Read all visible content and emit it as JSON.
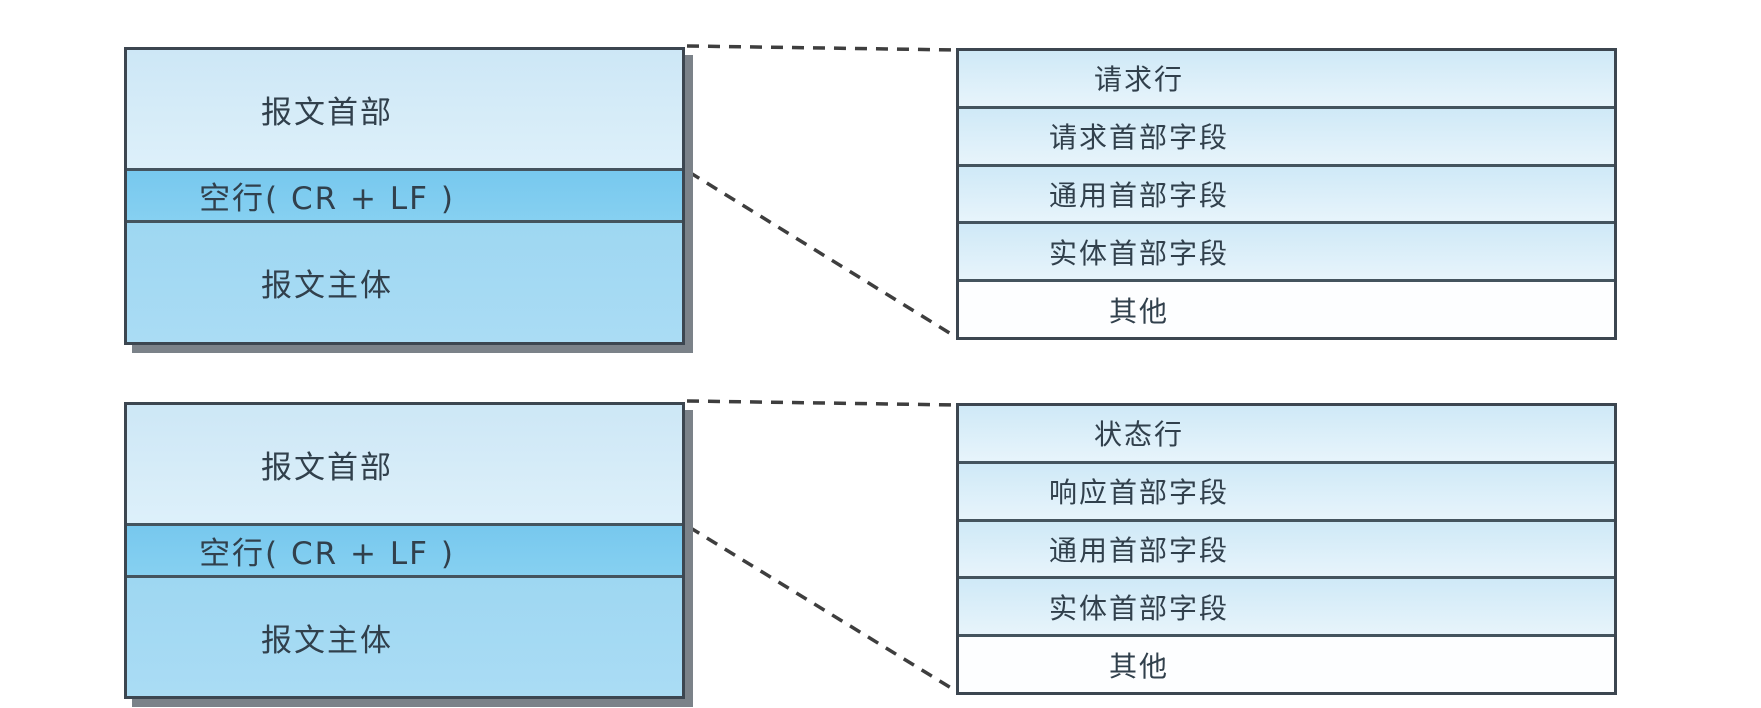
{
  "figure": {
    "description_colors": {
      "background": "#ffffff",
      "header_fill": "#cde7f6",
      "blank_line_fill": "#7bcbf0",
      "body_fill": "#9ed7f2",
      "expanded_row_fill": "#cfe9f7",
      "other_row_fill": "#fdfeff",
      "border": "#3c4650",
      "divider": "#44545e",
      "shadow": "#7b8289",
      "dashed_line": "#3e3e3e",
      "text": "#31404c"
    },
    "diagrams": [
      {
        "id": "request",
        "message_box": {
          "header_label": "报文首部",
          "blank_line_label": "空行( CR + LF )",
          "body_label": "报文主体"
        },
        "expanded_box": {
          "rows": [
            "请求行",
            "请求首部字段",
            "通用首部字段",
            "实体首部字段",
            "其他"
          ]
        }
      },
      {
        "id": "response",
        "message_box": {
          "header_label": "报文首部",
          "blank_line_label": "空行( CR + LF )",
          "body_label": "报文主体"
        },
        "expanded_box": {
          "rows": [
            "状态行",
            "响应首部字段",
            "通用首部字段",
            "实体首部字段",
            "其他"
          ]
        }
      }
    ]
  }
}
